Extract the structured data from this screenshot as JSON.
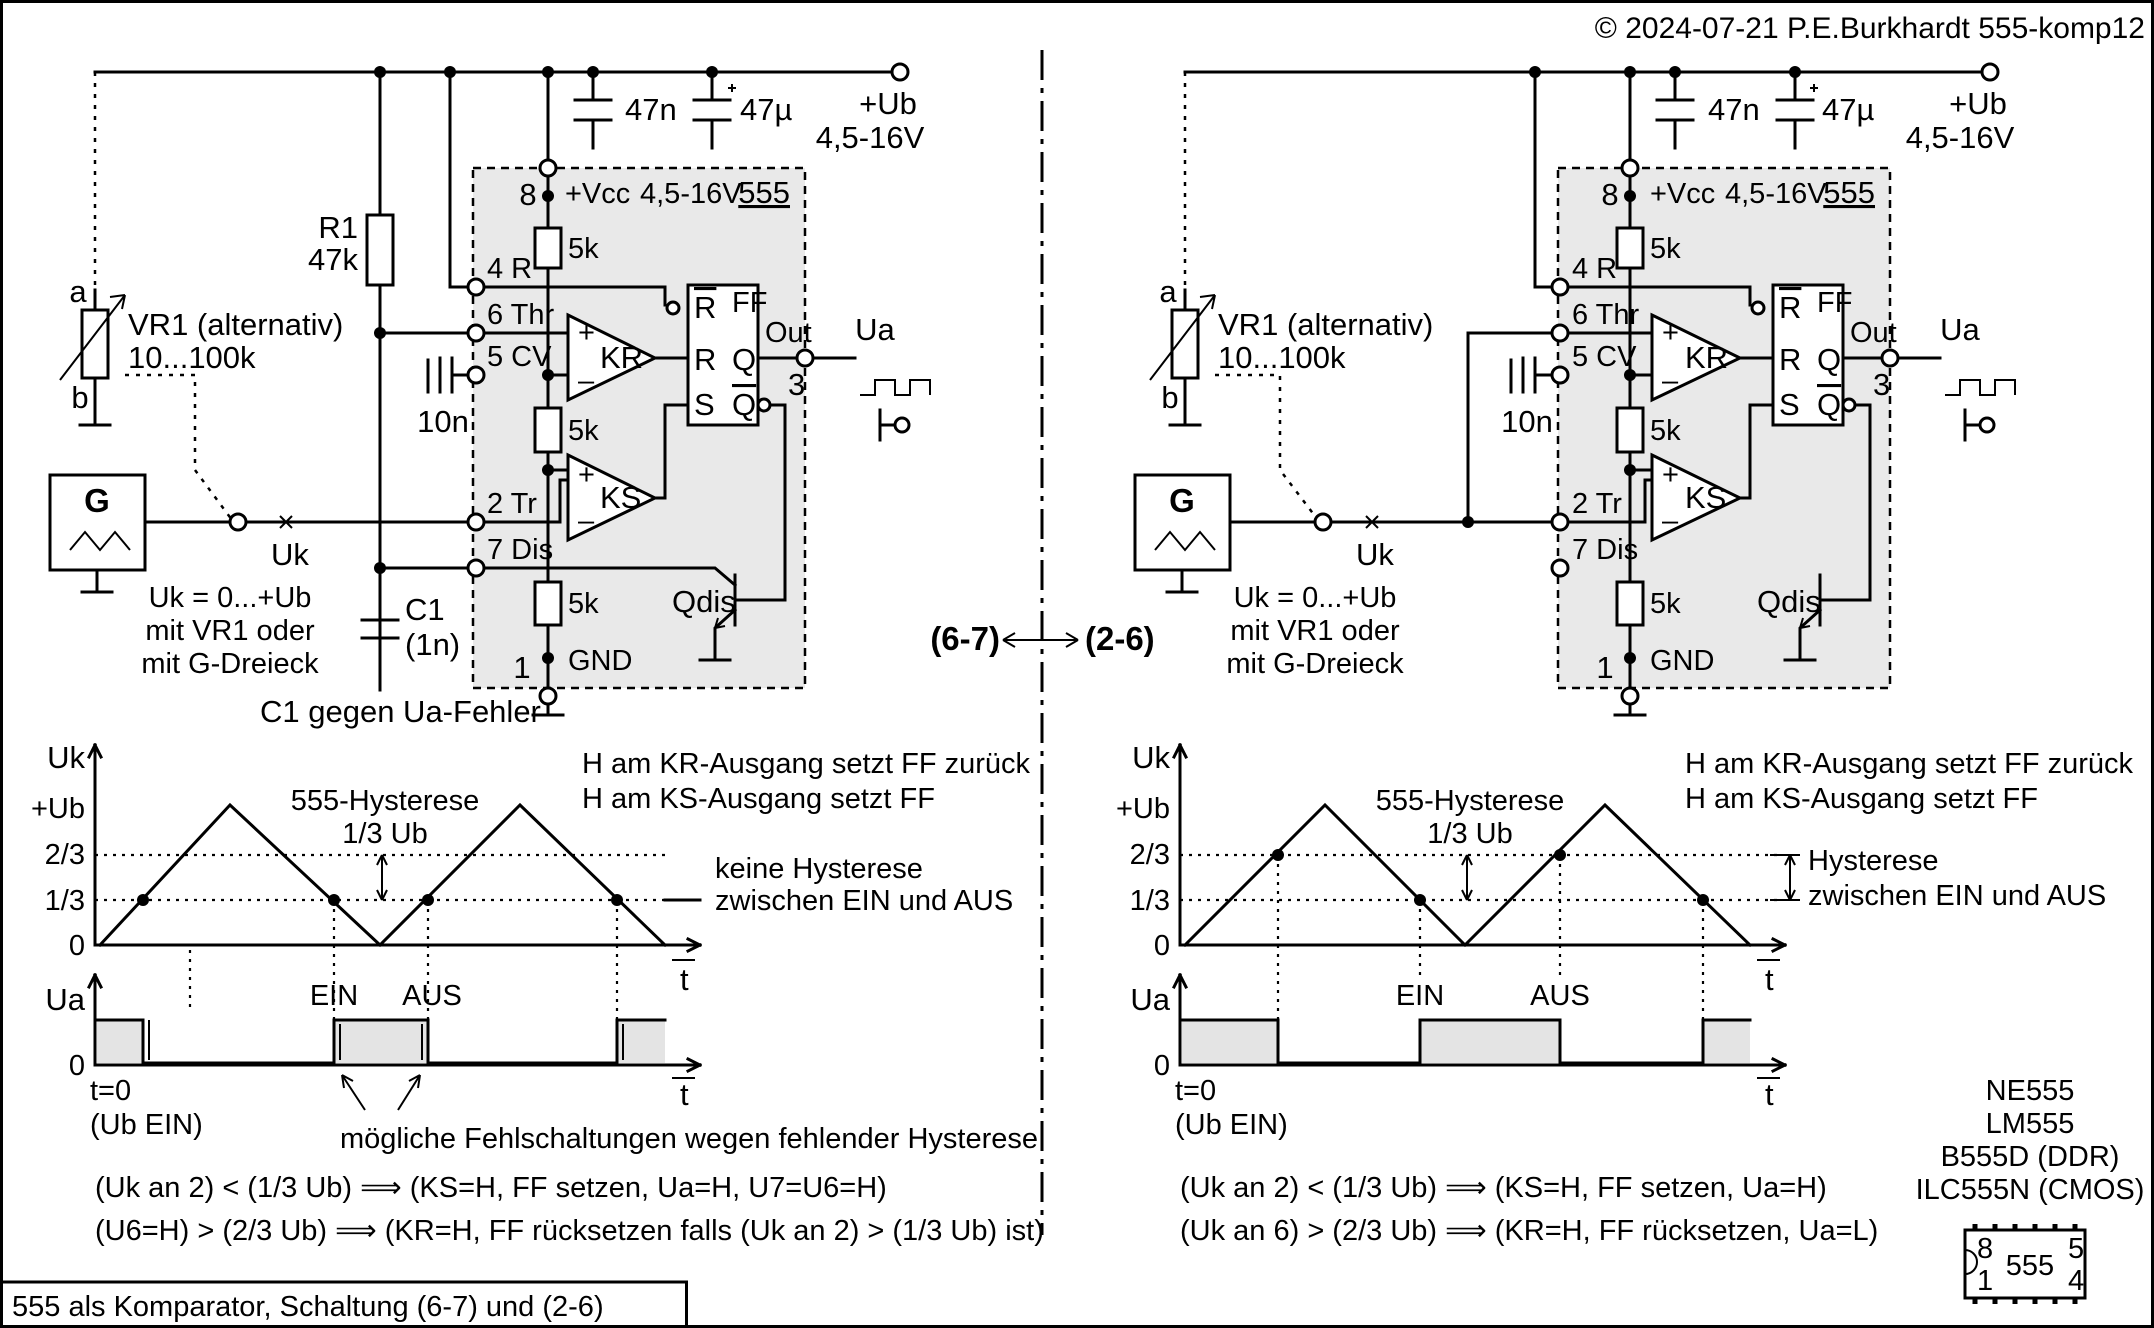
{
  "header": {
    "copyright": "© 2024-07-21 P.E.Burkhardt 555-komp12"
  },
  "footer": {
    "caption": "555 als Komparator, Schaltung (6-7) und (2-6)"
  },
  "center": {
    "left_label": "(6-7)",
    "right_label": "(2-6)"
  },
  "supply": {
    "ub": "+Ub",
    "range": "4,5-16V",
    "c_small": "47n",
    "c_big": "47µ"
  },
  "chip": {
    "name": "555",
    "vcc": "+Vcc",
    "vcc_range": "4,5-16V",
    "gnd": "GND",
    "pin8": "8",
    "pin1": "1",
    "pin3": "3",
    "pin4": "4 R",
    "pin6": "6 Thr",
    "pin5": "5 CV",
    "pin2": "2 Tr",
    "pin7": "7 Dis",
    "r5k": "5k",
    "kr": "KR",
    "ks": "KS",
    "ff": "FF",
    "ff_r_bar": "R",
    "ff_r": "R",
    "ff_s": "S",
    "q": "Q",
    "q_bar": "Q",
    "out": "Out",
    "qdis": "Qdis",
    "plus": "+",
    "minus": "–"
  },
  "left": {
    "r1_name": "R1",
    "r1_value": "47k",
    "vr1_a": "a",
    "vr1_b": "b",
    "vr1_label": "VR1 (alternativ)",
    "vr1_range": "10...100k",
    "c_cv": "10n",
    "gen": "G",
    "uk": "Uk",
    "ua": "Ua",
    "uk_note": [
      "Uk = 0...+Ub",
      "mit VR1 oder",
      "mit G-Dreieck"
    ],
    "c1_name": "C1",
    "c1_value": "(1n)",
    "c1_note": "C1 gegen Ua-Fehler",
    "graph": {
      "uk_axis": "Uk",
      "ub_tick": "+Ub",
      "t23": "2/3",
      "t13": "1/3",
      "t0": "0",
      "hyst_title": "555-Hysterese",
      "hyst_val": "1/3 Ub",
      "kr_note": "H am KR-Ausgang setzt FF zurück",
      "ks_note": "H am KS-Ausgang setzt FF",
      "no_hyst_1": "keine Hysterese",
      "no_hyst_2": "zwischen EIN und AUS",
      "t_axis": "t",
      "ua_axis": "Ua",
      "ein": "EIN",
      "aus": "AUS",
      "t0_label": "t=0",
      "ub_ein": "(Ub EIN)",
      "fehl": "mögliche Fehlschaltungen wegen fehlender Hysterese"
    },
    "eq1": "(Uk an 2) < (1/3 Ub) ⟹ (KS=H, FF setzen, Ua=H, U7=U6=H)",
    "eq2": "(U6=H) > (2/3 Ub) ⟹ (KR=H, FF rücksetzen falls (Uk an 2) > (1/3 Ub) ist)"
  },
  "right": {
    "vr1_a": "a",
    "vr1_b": "b",
    "vr1_label": "VR1 (alternativ)",
    "vr1_range": "10...100k",
    "c_cv": "10n",
    "gen": "G",
    "uk": "Uk",
    "ua": "Ua",
    "uk_note": [
      "Uk = 0...+Ub",
      "mit VR1 oder",
      "mit G-Dreieck"
    ],
    "graph": {
      "uk_axis": "Uk",
      "ub_tick": "+Ub",
      "t23": "2/3",
      "t13": "1/3",
      "t0": "0",
      "hyst_title": "555-Hysterese",
      "hyst_val": "1/3 Ub",
      "kr_note": "H am KR-Ausgang setzt FF zurück",
      "ks_note": "H am KS-Ausgang setzt FF",
      "hyst_1": "Hysterese",
      "hyst_2": "zwischen EIN und AUS",
      "t_axis": "t",
      "ua_axis": "Ua",
      "ein": "EIN",
      "aus": "AUS",
      "t0_label": "t=0",
      "ub_ein": "(Ub EIN)"
    },
    "eq1": "(Uk an 2) < (1/3 Ub) ⟹ (KS=H, FF setzen, Ua=H)",
    "eq2": "(Uk an 6) > (2/3 Ub) ⟹ (KR=H, FF rücksetzen, Ua=L)"
  },
  "ic_types": [
    "NE555",
    "LM555",
    "B555D (DDR)",
    "ILC555N (CMOS)"
  ],
  "package": {
    "pin8": "8",
    "pin1": "1",
    "name": "555",
    "pin5": "5",
    "pin4": "4"
  }
}
